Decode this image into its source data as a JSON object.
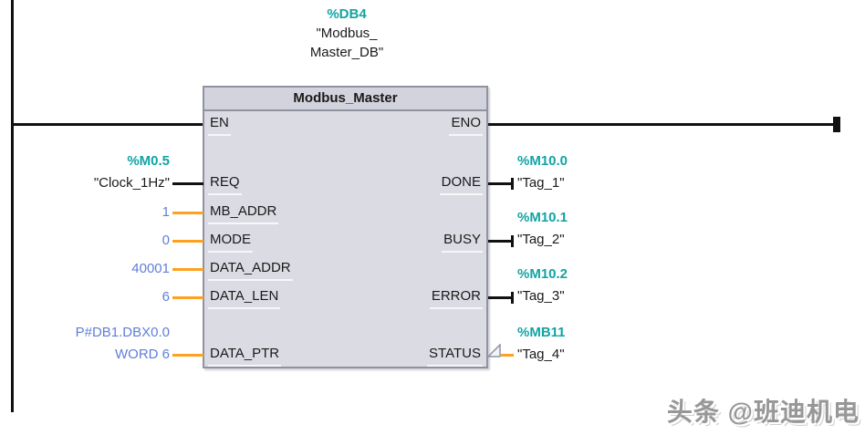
{
  "db_header": {
    "address": "%DB4",
    "name_line1": "\"Modbus_",
    "name_line2": "Master_DB\""
  },
  "block": {
    "title": "Modbus_Master",
    "pins_left": [
      "EN",
      "REQ",
      "MB_ADDR",
      "MODE",
      "DATA_ADDR",
      "DATA_LEN",
      "DATA_PTR"
    ],
    "pins_right": [
      "ENO",
      "DONE",
      "BUSY",
      "ERROR",
      "STATUS"
    ]
  },
  "operands_left": {
    "req": {
      "address": "%M0.5",
      "symbol": "\"Clock_1Hz\""
    },
    "mb_addr": "1",
    "mode": "0",
    "data_addr": "40001",
    "data_len": "6",
    "data_ptr": {
      "line1": "P#DB1.DBX0.0",
      "line2": "WORD 6"
    }
  },
  "operands_right": {
    "done": {
      "address": "%M10.0",
      "symbol": "\"Tag_1\""
    },
    "busy": {
      "address": "%M10.1",
      "symbol": "\"Tag_2\""
    },
    "error": {
      "address": "%M10.2",
      "symbol": "\"Tag_3\""
    },
    "status": {
      "address": "%MB11",
      "symbol": "\"Tag_4\""
    }
  },
  "icons": {
    "type_conversion": "type-conversion-triangle",
    "wire_end": "wire-end-terminal"
  },
  "colors": {
    "accent_teal": "#12A3A3",
    "constant_blue": "#5F7FD9",
    "wire_orange": "#FFA01E",
    "wire_black": "#111111",
    "block_bg": "#DBDBE3",
    "block_header_bg": "#D3D3DD",
    "block_border": "#8F93A0"
  },
  "watermark": "头条 @班迪机电"
}
